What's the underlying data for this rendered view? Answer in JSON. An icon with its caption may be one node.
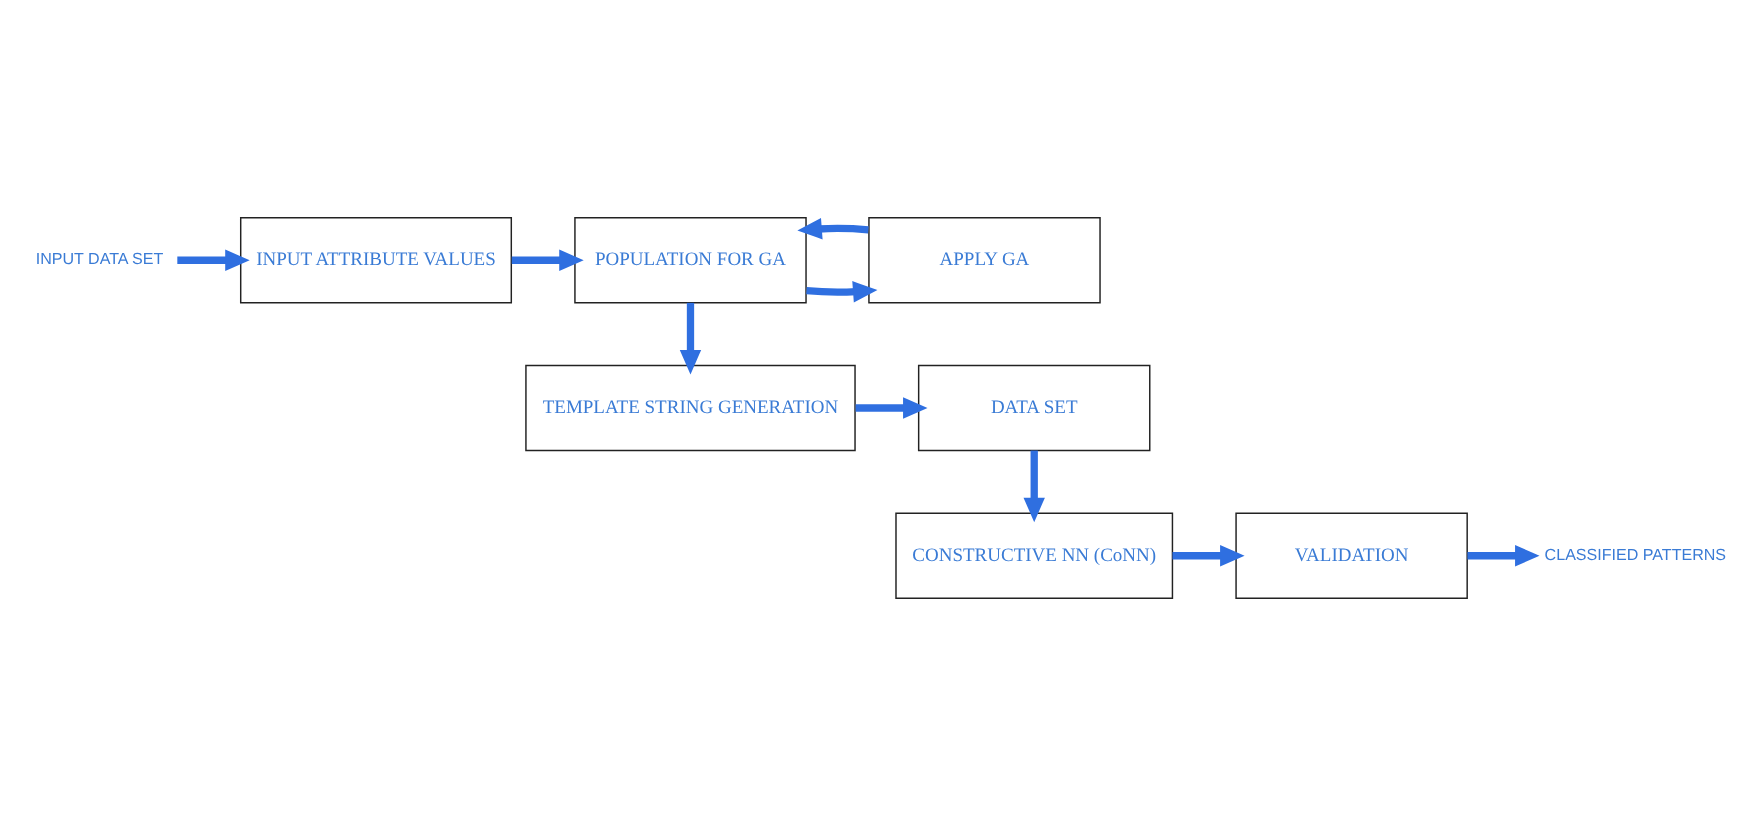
{
  "diagram": {
    "nodes": [
      {
        "text": [
          "INPUT DATA SET"
        ]
      },
      {
        "text": [
          "INPUT ATTRIBUTE VALUES"
        ]
      },
      {
        "text": [
          "POPULATION FOR GA"
        ]
      },
      {
        "text": [
          "APPLY GA"
        ]
      },
      {
        "text": [
          "DATA SET"
        ]
      },
      {
        "text": [
          "TEMPLATE STRING GENERATION"
        ]
      },
      {
        "text": [
          "CONSTRUCTIVE NN (CoNN)"
        ]
      },
      {
        "text": [
          "VALIDATION"
        ]
      },
      {
        "text": [
          "CLASSIFIED PATTERNS"
        ]
      }
    ],
    "edges": [
      {
        "from": 0,
        "to": 1,
        "arrow": "to"
      },
      {
        "from": 1,
        "to": 2,
        "arrow": "to"
      },
      {
        "from": 2,
        "to": 3,
        "arrow": "to"
      },
      {
        "from": 3,
        "to": 2,
        "arrow": "to"
      },
      {
        "from": 2,
        "to": 5,
        "arrow": "to"
      },
      {
        "from": 5,
        "to": 4,
        "arrow": "to"
      },
      {
        "from": 4,
        "to": 6,
        "arrow": "to"
      },
      {
        "from": 6,
        "to": 7,
        "arrow": "to"
      },
      {
        "from": 7,
        "to": 8,
        "arrow": "to"
      }
    ]
  }
}
